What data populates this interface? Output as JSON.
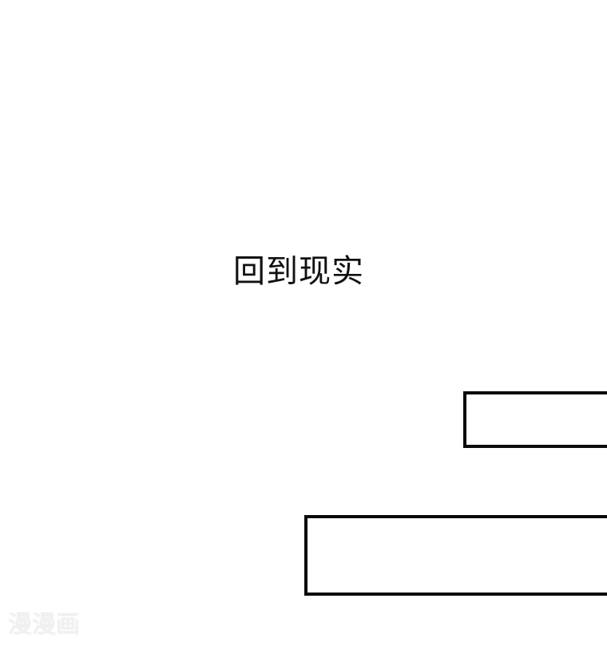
{
  "page": {
    "background": "#ffffff"
  },
  "caption": {
    "text": "回到现实"
  },
  "panels": [
    {
      "name": "narration-box-top",
      "text": ""
    },
    {
      "name": "narration-box-bottom",
      "text": ""
    }
  ],
  "watermark": {
    "text": "漫漫画"
  }
}
